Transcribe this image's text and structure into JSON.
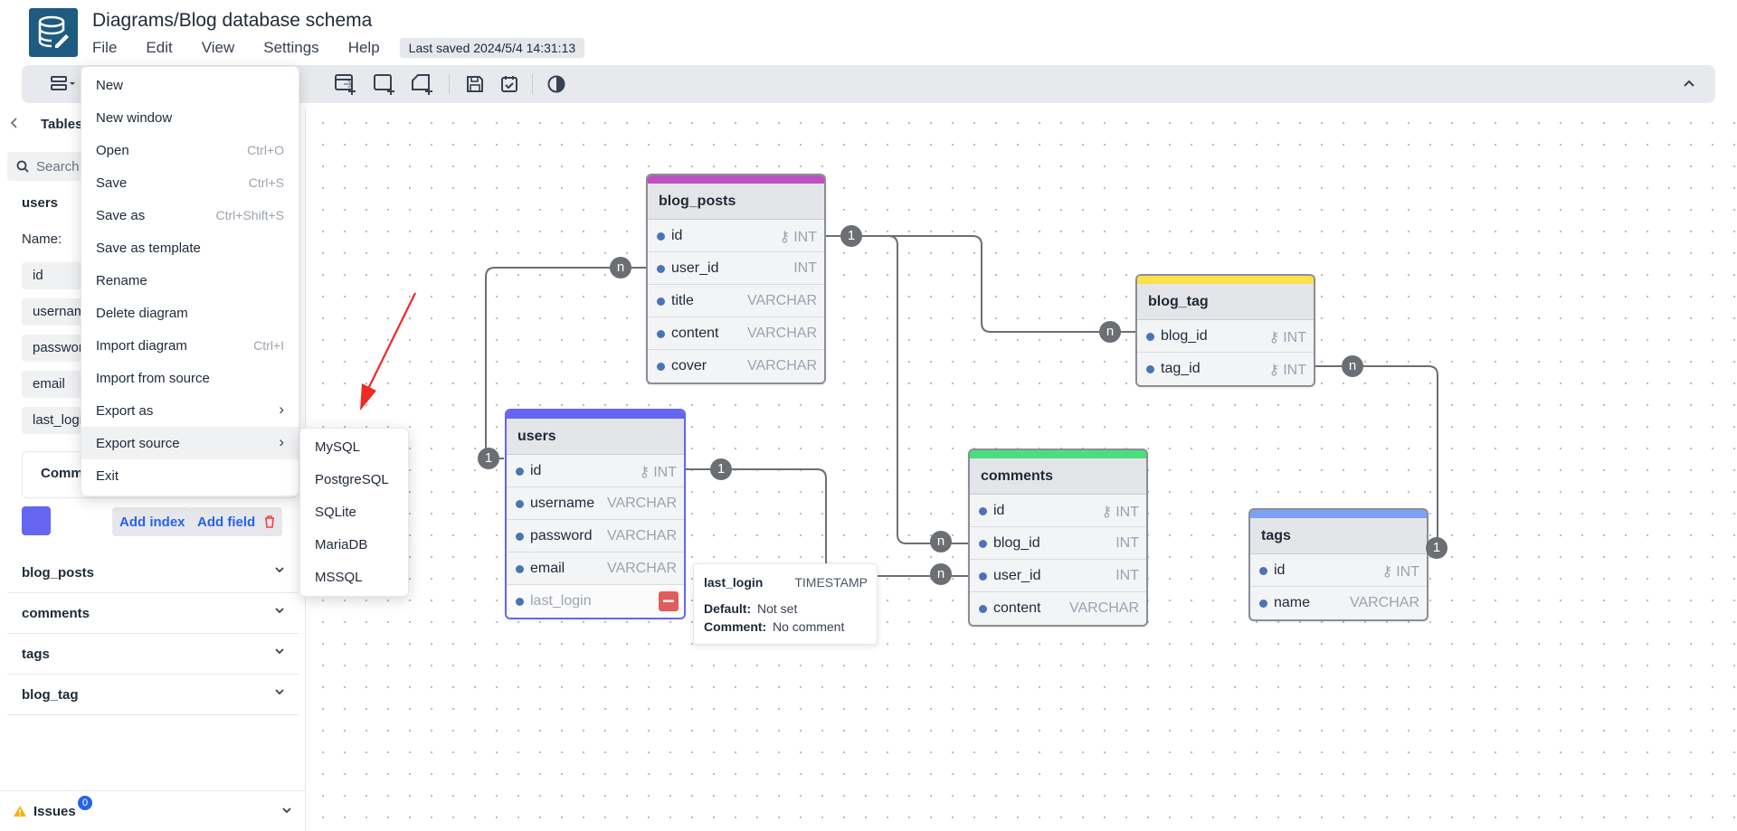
{
  "header": {
    "title": "Diagrams/Blog database schema",
    "menus": [
      "File",
      "Edit",
      "View",
      "Settings",
      "Help"
    ],
    "last_saved": "Last saved 2024/5/4 14:31:13"
  },
  "file_menu": {
    "items": [
      {
        "label": "New",
        "shortcut": ""
      },
      {
        "label": "New window",
        "shortcut": ""
      },
      {
        "label": "Open",
        "shortcut": "Ctrl+O"
      },
      {
        "label": "Save",
        "shortcut": "Ctrl+S"
      },
      {
        "label": "Save as",
        "shortcut": "Ctrl+Shift+S"
      },
      {
        "label": "Save as template",
        "shortcut": ""
      },
      {
        "label": "Rename",
        "shortcut": ""
      },
      {
        "label": "Delete diagram",
        "shortcut": ""
      },
      {
        "label": "Import diagram",
        "shortcut": "Ctrl+I"
      },
      {
        "label": "Import from source",
        "shortcut": ""
      },
      {
        "label": "Export as",
        "shortcut": "›"
      },
      {
        "label": "Export source",
        "shortcut": "›"
      },
      {
        "label": "Exit",
        "shortcut": ""
      }
    ],
    "export_source_options": [
      "MySQL",
      "PostgreSQL",
      "SQLite",
      "MariaDB",
      "MSSQL"
    ]
  },
  "sidebar": {
    "tab": "Tables",
    "search_placeholder": "Search...",
    "expanded_table": "users",
    "name_label": "Name:",
    "fields": [
      "id",
      "usernam",
      "passwor",
      "email",
      "last_login"
    ],
    "comment_label": "Comm",
    "swatch_color": "#6466f1",
    "add_index": "Add index",
    "add_field": "Add field",
    "collapsed_tables": [
      "blog_posts",
      "comments",
      "tags",
      "blog_tag"
    ],
    "issues_label": "Issues",
    "issues_count": "0"
  },
  "tables": {
    "blog_posts": {
      "name": "blog_posts",
      "color": "#c04fc6",
      "fields": [
        {
          "name": "id",
          "type": "INT",
          "key": true
        },
        {
          "name": "user_id",
          "type": "INT",
          "key": false
        },
        {
          "name": "title",
          "type": "VARCHAR",
          "key": false
        },
        {
          "name": "content",
          "type": "VARCHAR",
          "key": false
        },
        {
          "name": "cover",
          "type": "VARCHAR",
          "key": false
        }
      ]
    },
    "blog_tag": {
      "name": "blog_tag",
      "color": "#fbe14a",
      "fields": [
        {
          "name": "blog_id",
          "type": "INT",
          "key": true
        },
        {
          "name": "tag_id",
          "type": "INT",
          "key": true
        }
      ]
    },
    "users": {
      "name": "users",
      "color": "#6466f1",
      "fields": [
        {
          "name": "id",
          "type": "INT",
          "key": true
        },
        {
          "name": "username",
          "type": "VARCHAR",
          "key": false
        },
        {
          "name": "password",
          "type": "VARCHAR",
          "key": false
        },
        {
          "name": "email",
          "type": "VARCHAR",
          "key": false
        },
        {
          "name": "last_login",
          "type": "",
          "key": false
        }
      ]
    },
    "comments": {
      "name": "comments",
      "color": "#4ade80",
      "fields": [
        {
          "name": "id",
          "type": "INT",
          "key": true
        },
        {
          "name": "blog_id",
          "type": "INT",
          "key": false
        },
        {
          "name": "user_id",
          "type": "INT",
          "key": false
        },
        {
          "name": "content",
          "type": "VARCHAR",
          "key": false
        }
      ]
    },
    "tags": {
      "name": "tags",
      "color": "#7da1f6",
      "fields": [
        {
          "name": "id",
          "type": "INT",
          "key": true
        },
        {
          "name": "name",
          "type": "VARCHAR",
          "key": false
        }
      ]
    }
  },
  "relationships": {
    "badge_one": "1",
    "badge_many": "n"
  },
  "tooltip": {
    "field": "last_login",
    "type": "TIMESTAMP",
    "default_label": "Default:",
    "default_value": "Not set",
    "comment_label": "Comment:",
    "comment_value": "No comment"
  }
}
